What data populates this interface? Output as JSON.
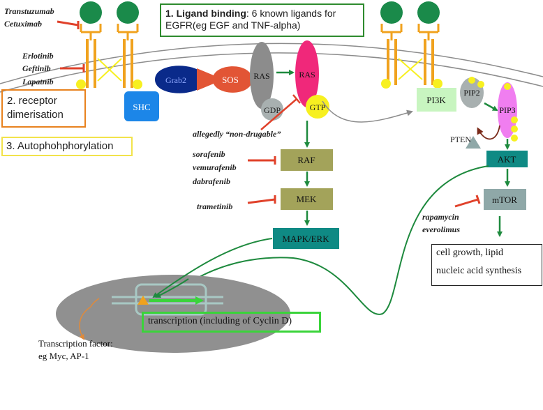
{
  "diagram": {
    "ligand_box": {
      "heading": "1. Ligand binding",
      "text_line1": ": 6 known ligands for",
      "text_line2": "EGFR(eg EGF and TNF-alpha)"
    },
    "dimerisation_box": {
      "line1": "2. receptor",
      "line2": "dimerisation"
    },
    "autophosphorylation_box": {
      "text": "3. Autophohphorylation"
    },
    "receptor_drugs": [
      "Transtuzumab",
      "Cetuximab"
    ],
    "kinase_drugs": [
      "Erlotinib",
      "Geftinib",
      "Lapatnib"
    ],
    "nodes": {
      "shc": "SHC",
      "grab2": "Grab2",
      "sos": "SOS",
      "ras_gdp": "RAS",
      "ras_gtp": "RAS",
      "gdp": "GDP",
      "gtp": "GTP",
      "raf": "RAF",
      "mek": "MEK",
      "mapk": "MAPK/ERK",
      "pi3k": "PI3K",
      "pip2": "PIP2",
      "pip3": "PIP3",
      "pten": "PTEN",
      "akt": "AKT",
      "mtor": "mTOR"
    },
    "ras_note": "allegedly “non-drugable”",
    "raf_drugs": [
      "sorafenib",
      "vemurafenib",
      "dabrafenib"
    ],
    "mek_drug": "trametinib",
    "mtor_drugs": [
      "rapamycin",
      "everolimus"
    ],
    "outcome": {
      "line1": "cell growth, lipid",
      "line2": "nucleic acid synthesis"
    },
    "transcription": "transcription (including of Cyclin D)",
    "transcription_factor": {
      "line1": "Transcription factor:",
      "line2": "eg Myc, AP-1"
    },
    "colors": {
      "receptor": "#f0a21e",
      "ligand": "#1a8a4a",
      "phosphate": "#f7f020",
      "inhibitor": "#e0412a",
      "activation_arrow": "#1e8a3e",
      "ras_gtp": "#f0287a",
      "ras_gdp": "#8c8c8c",
      "raf_mek": "#a3a35a",
      "mapk_akt_mtor": "#0f8a84",
      "pip3": "#f07ef0",
      "pi3k": "#c8f5c0",
      "shc": "#1c86e8",
      "grab2": "#0a2a8a",
      "sos": "#e25535",
      "nucleus": "#909090",
      "dna": "#a8c8c4"
    }
  }
}
